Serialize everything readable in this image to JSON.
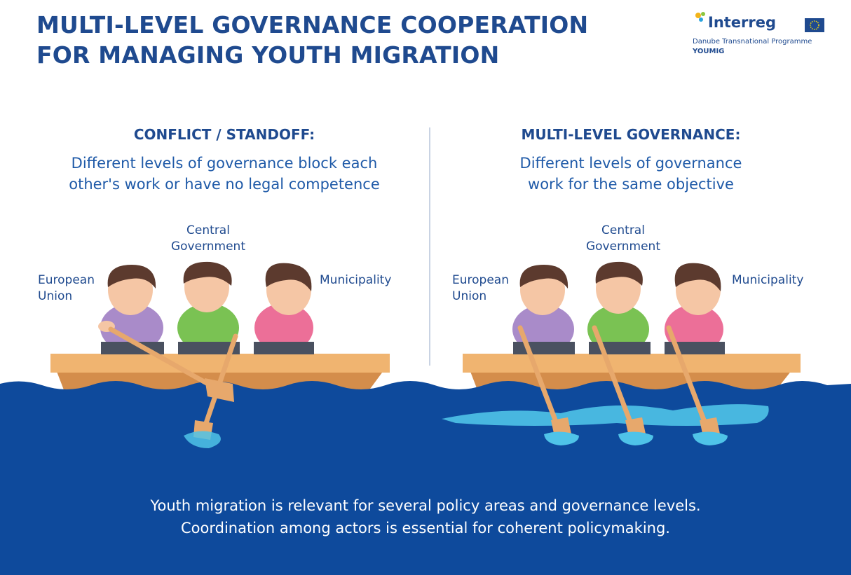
{
  "title": {
    "line1": "MULTI-LEVEL GOVERNANCE COOPERATION",
    "line2": "FOR MANAGING YOUTH MIGRATION"
  },
  "logo": {
    "brand": "Interreg",
    "programme": "Danube Transnational Programme",
    "project": "YOUMIG"
  },
  "left_panel": {
    "heading": "CONFLICT / STANDOFF:",
    "desc_line1": "Different levels of governance block each",
    "desc_line2": "other's work or have no legal competence",
    "labels": {
      "eu_line1": "European",
      "eu_line2": "Union",
      "central_line1": "Central",
      "central_line2": "Government",
      "municipality": "Municipality"
    }
  },
  "right_panel": {
    "heading": "MULTI-LEVEL GOVERNANCE:",
    "desc_line1": "Different levels of governance",
    "desc_line2": "work for the same objective",
    "labels": {
      "eu_line1": "European",
      "eu_line2": "Union",
      "central_line1": "Central",
      "central_line2": "Government",
      "municipality": "Municipality"
    }
  },
  "footer": {
    "line1": "Youth migration is relevant for several policy areas and governance levels.",
    "line2": "Coordination among actors is essential for coherent policymaking."
  },
  "colors": {
    "title_blue": "#1f4a8f",
    "sea": "#0e4a9c",
    "boat": "#e8a865",
    "splash": "#4fc3e8",
    "eu_shirt": "#a98bc9",
    "central_shirt": "#7ac253",
    "municipality_shirt": "#ec6f98"
  }
}
